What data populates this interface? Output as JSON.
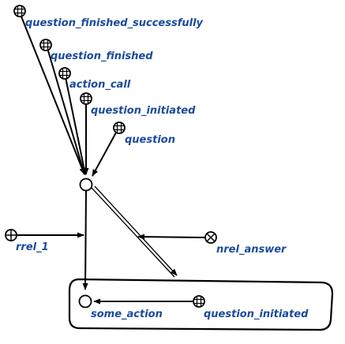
{
  "colors": {
    "label": "#1a4b9c",
    "stroke": "#000000",
    "background": "#ffffff"
  },
  "nodes": {
    "n_qfs": {
      "label": "question_finished_successfully",
      "icon": "hashed-circle-icon"
    },
    "n_qf": {
      "label": "question_finished",
      "icon": "hashed-circle-icon"
    },
    "n_ac": {
      "label": "action_call",
      "icon": "hashed-circle-icon"
    },
    "n_qi1": {
      "label": "question_initiated",
      "icon": "hashed-circle-icon"
    },
    "n_q": {
      "label": "question",
      "icon": "hashed-circle-icon"
    },
    "n_center": {
      "label": "",
      "icon": "empty-circle-icon"
    },
    "n_rrel": {
      "label": "rrel_1",
      "icon": "crossed-circle-icon"
    },
    "n_nrel": {
      "label": "nrel_answer",
      "icon": "x-circle-icon"
    },
    "n_sa": {
      "label": "some_action",
      "icon": "empty-circle-icon"
    },
    "n_qi2": {
      "label": "question_initiated",
      "icon": "hashed-circle-icon"
    }
  }
}
